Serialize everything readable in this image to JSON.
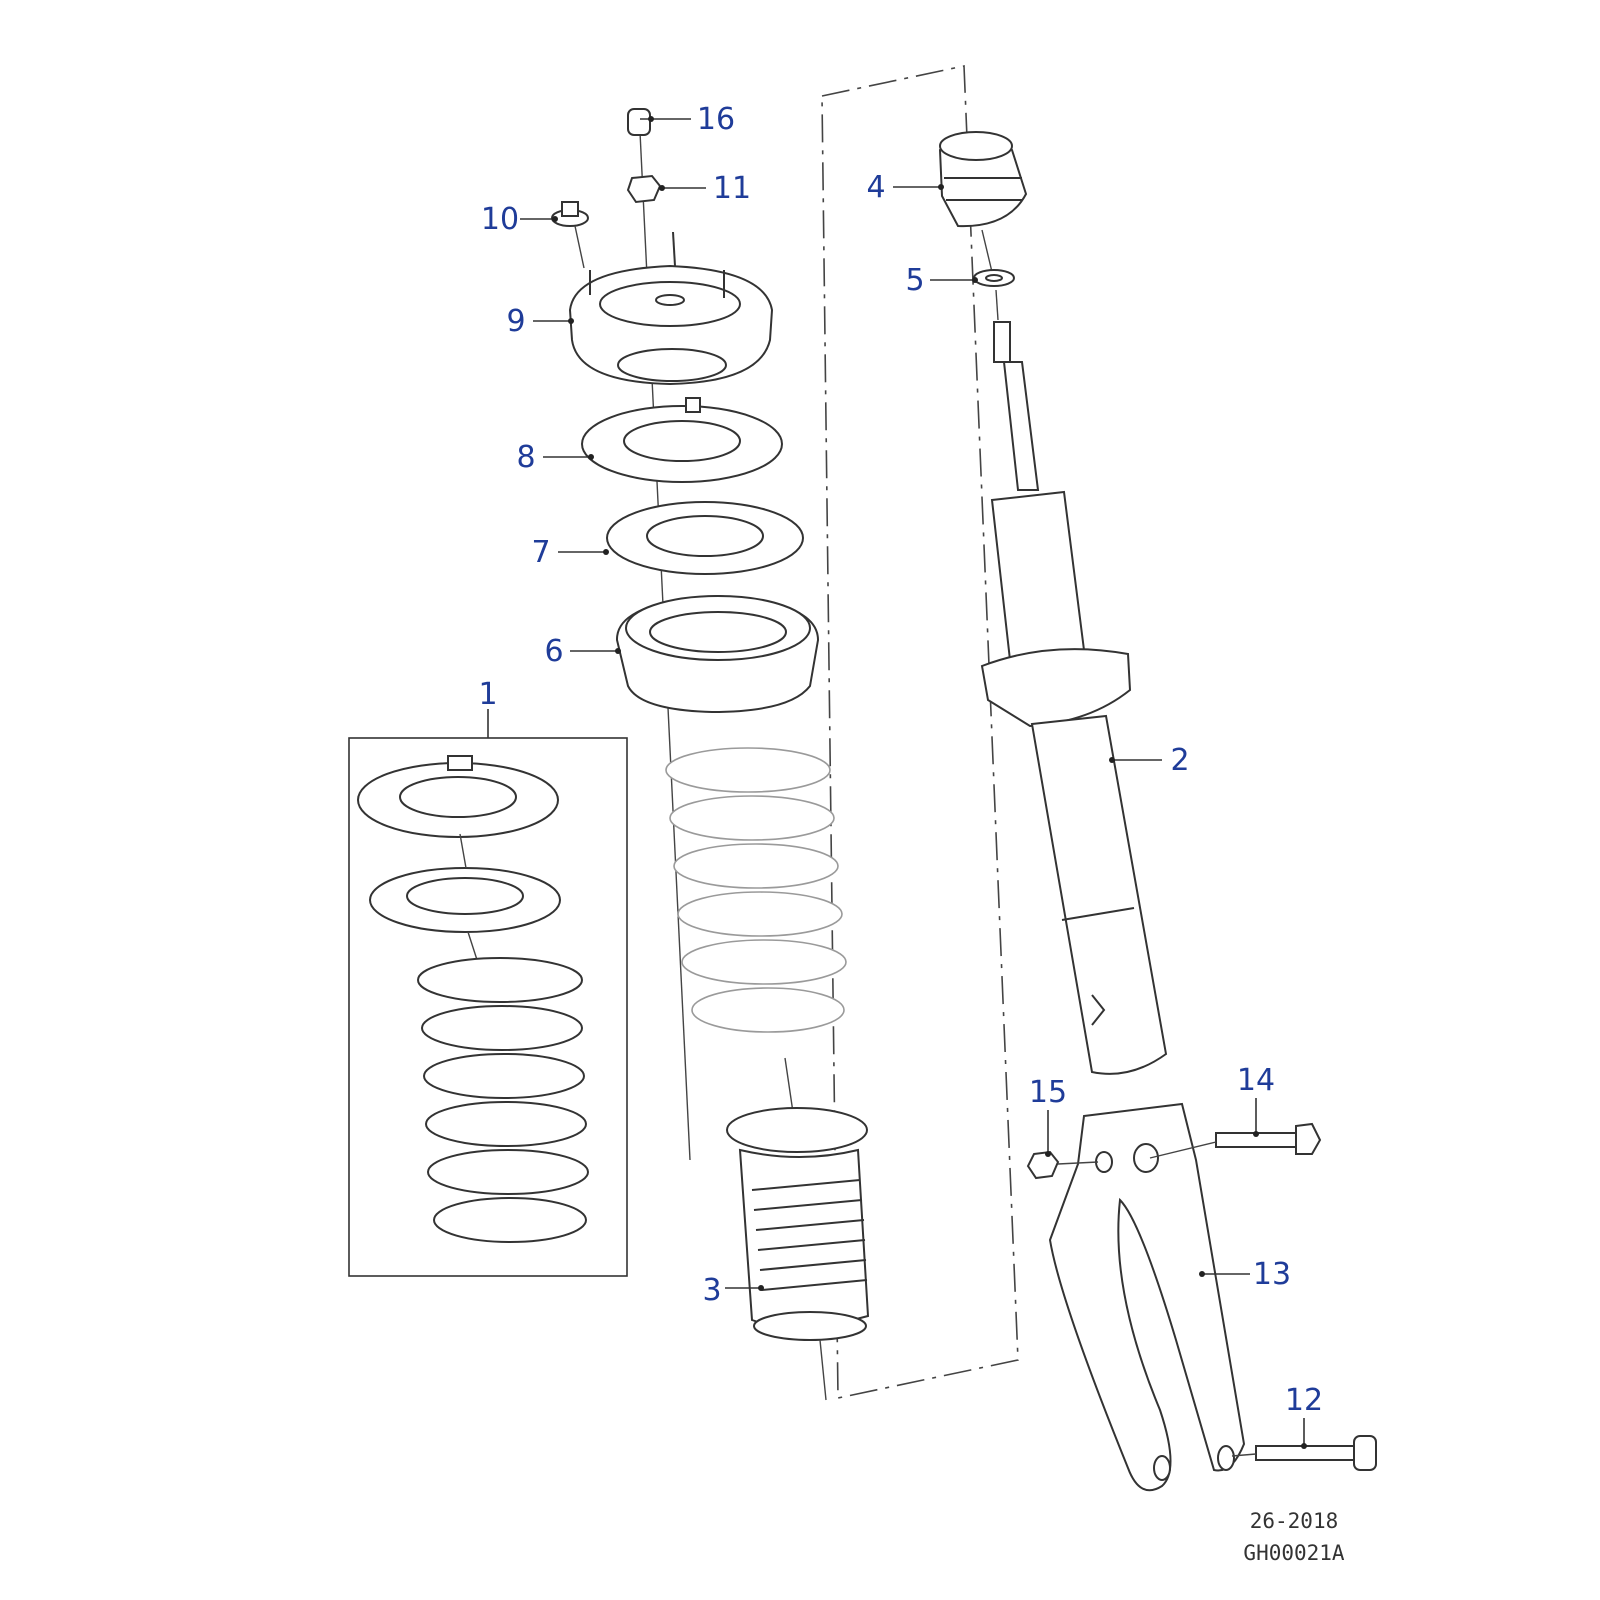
{
  "callouts": {
    "c1": "1",
    "c2": "2",
    "c3": "3",
    "c4": "4",
    "c5": "5",
    "c6": "6",
    "c7": "7",
    "c8": "8",
    "c9": "9",
    "c10": "10",
    "c11": "11",
    "c12": "12",
    "c13": "13",
    "c14": "14",
    "c15": "15",
    "c16": "16"
  },
  "reference": {
    "section": "26-2018",
    "code": "GH00021A"
  },
  "colors": {
    "callout": "#1f3c99",
    "line": "#333333",
    "spring": "#bdbdbd"
  }
}
